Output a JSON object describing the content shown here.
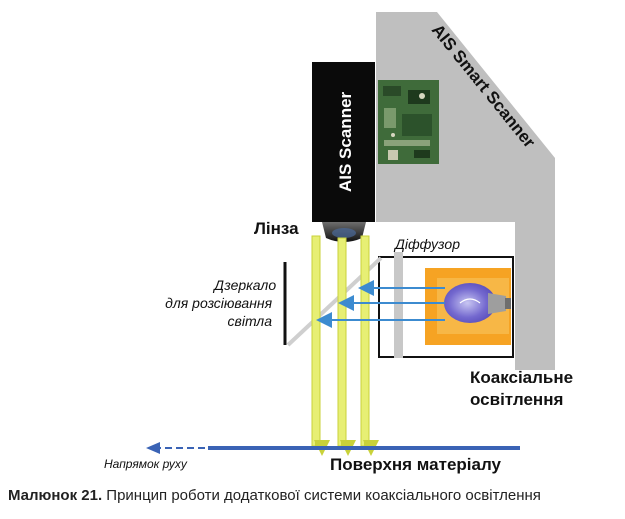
{
  "labels": {
    "smart_scanner": "AIS Smart Scanner",
    "scanner": "AIS Scanner",
    "lens": "Лінза",
    "diffuser": "Діффузор",
    "mirror": [
      "Дзеркало",
      "для розсіювання",
      "світла"
    ],
    "coaxial": [
      "Коаксіальне",
      "освітлення"
    ],
    "direction": "Напрямок руху",
    "surface": "Поверхня матеріалу"
  },
  "caption": {
    "number": "Малюнок 21.",
    "text": "Принцип роботи додаткової системи коаксіального освітлення"
  },
  "icons": [
    "circuit-board-icon",
    "lens-icon",
    "light-bulb-icon",
    "arrow-left-icon"
  ],
  "colors": {
    "housing_gray": "#bfbfbf",
    "scanner_black": "#0a0a0a",
    "board_green": "#3f6b3a",
    "light_yellow": "#e7ef74",
    "light_blue": "#3c8bd0",
    "illuminator_orange": "#f6a323",
    "surface_blue": "#3a63b5",
    "bulb_purple": "#6a5fc8"
  }
}
